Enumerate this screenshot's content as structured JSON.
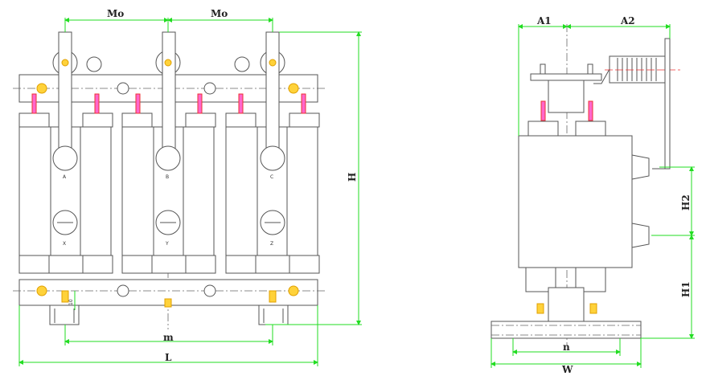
{
  "front_view": {
    "dimensions": {
      "mo_left": "Mo",
      "mo_right": "Mo",
      "height": "H",
      "mounting_span": "m",
      "length": "L",
      "bolt": "10"
    },
    "phase_labels_top": [
      "A",
      "B",
      "C"
    ],
    "phase_labels_bottom": [
      "X",
      "Y",
      "Z"
    ]
  },
  "side_view": {
    "dimensions": {
      "a1": "A1",
      "a2": "A2",
      "h2": "H2",
      "h1": "H1",
      "base_span": "n",
      "width": "W"
    }
  },
  "colors": {
    "dimension": "#22dd22",
    "outline": "#555555",
    "bolt": "#ffd23a",
    "marker": "#e33333"
  }
}
